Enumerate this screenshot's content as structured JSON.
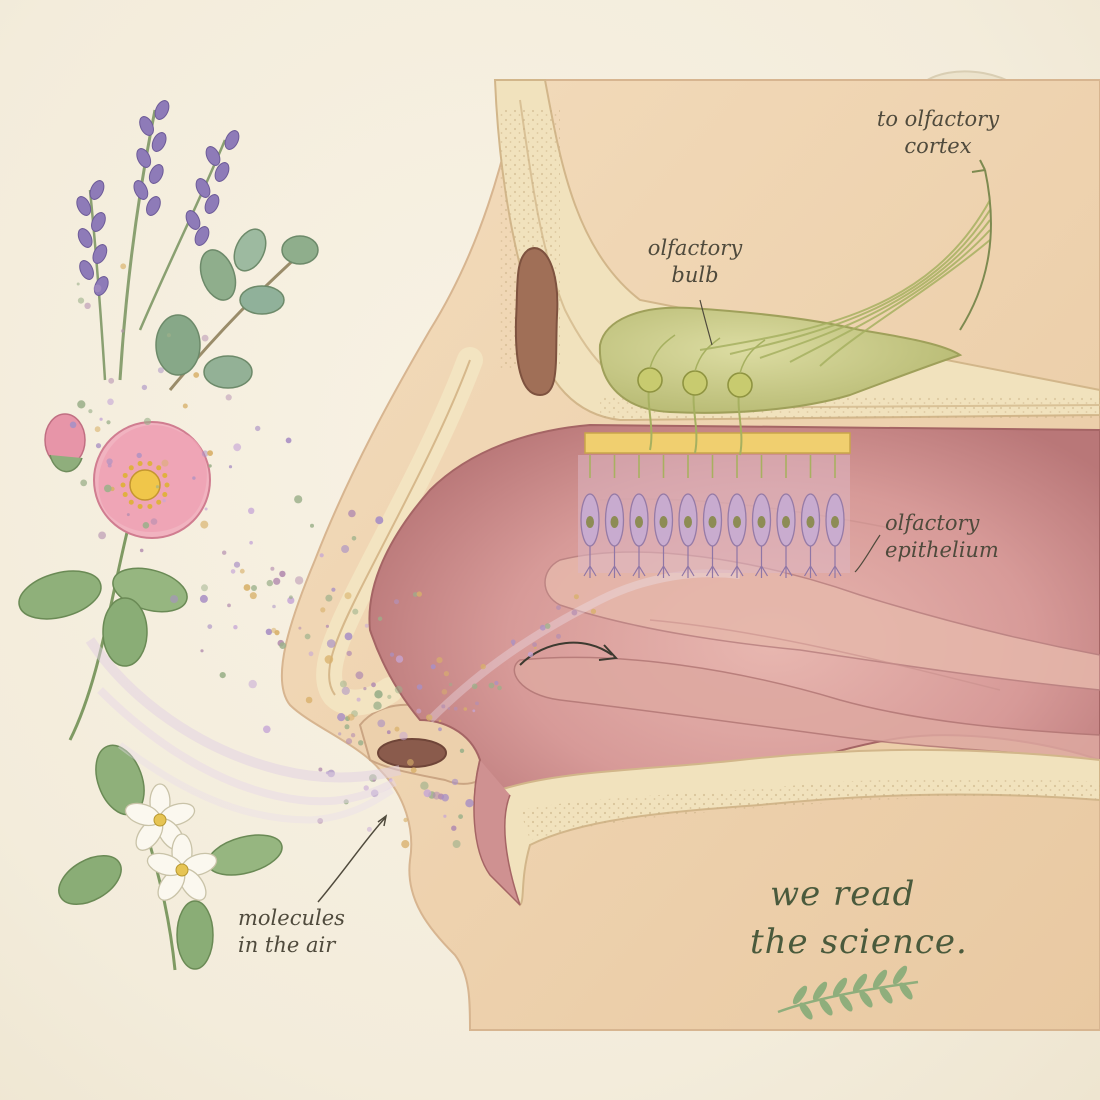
{
  "labels": {
    "cortex": [
      "to olfactory",
      "cortex"
    ],
    "bulb": [
      "olfactory",
      "bulb"
    ],
    "epithelium": [
      "olfactory",
      "epithelium"
    ],
    "molecules": [
      "molecules",
      "in the air"
    ]
  },
  "tagline": [
    "we read",
    "the science."
  ],
  "colors": {
    "paper": "#f5efe0",
    "skin": "#efd6b2",
    "bone": "#f0dfb8",
    "cavity": "#d9a0a0",
    "bulb": "#c9c98a",
    "nerve": "#a6b060",
    "neuron": "#b8a0c8",
    "ink": "#4f4a3c",
    "lavender": "#8e7bb8",
    "rose": "#e69aaa",
    "leaf": "#8fae7c"
  },
  "icons": [
    "lavender-sprig",
    "eucalyptus-sprig",
    "rose-flower",
    "jasmine-flower",
    "olive-sprig",
    "brain-illustration",
    "nose-cross-section"
  ]
}
